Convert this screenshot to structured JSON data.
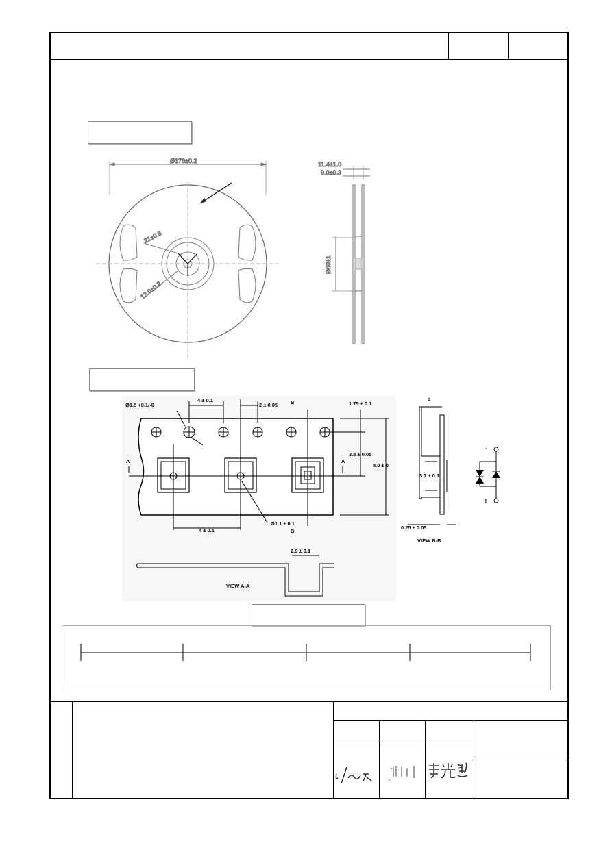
{
  "reel": {
    "outer_diameter": "Ø178±0.2",
    "width_outer": "11.4±1.0",
    "width_inner": "9.0±0.3",
    "hub_dia": "21±0.8",
    "spindle_hole": "13.0±0.2",
    "center_hub": "Ø60±1"
  },
  "tape": {
    "sprocket_hole": "Ø1.5 +0.1/-0",
    "pitch_top": "4 ± 0.1",
    "p2": "2 ± 0.05",
    "b_top": "B",
    "b_bottom": "B",
    "a_left": "A",
    "a_right": "A",
    "e_dist": "1.75 ± 0.1",
    "f_dist": "3.5 ± 0.05",
    "width": "8.0 ± 0",
    "pocket_pitch": "4 ± 0.1",
    "pocket_hole": "Ø1.1 ± 0.1",
    "view_bb_top": "±",
    "pocket_depth": "3.7 ± 0.1",
    "thickness": "0.25 ± 0.05",
    "view_bb": "VIEW B-B",
    "pocket_width": "2.9 ± 0.1",
    "view_aa": "VIEW A-A"
  },
  "symbol": {
    "minus": "-",
    "plus": "+"
  }
}
